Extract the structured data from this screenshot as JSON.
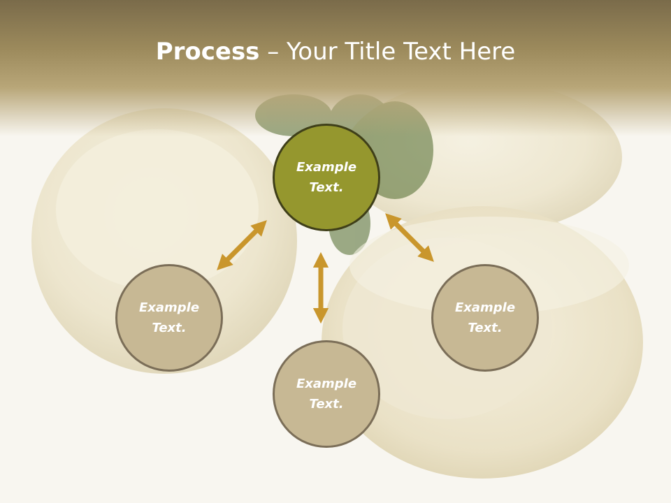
{
  "slide": {
    "title_bold": "Process",
    "title_rest": " – Your Title Text Here"
  },
  "diagram": {
    "center": {
      "label": "Example\nText."
    },
    "left": {
      "label": "Example\nText."
    },
    "bottom": {
      "label": "Example\nText."
    },
    "right": {
      "label": "Example\nText."
    }
  },
  "colors": {
    "center_fill": "#95972e",
    "center_border": "#3f3f19",
    "outer_fill": "#c7b894",
    "outer_border": "#7b6e58",
    "arrow": "#c9962c",
    "title_band": "#9c8a5c"
  }
}
